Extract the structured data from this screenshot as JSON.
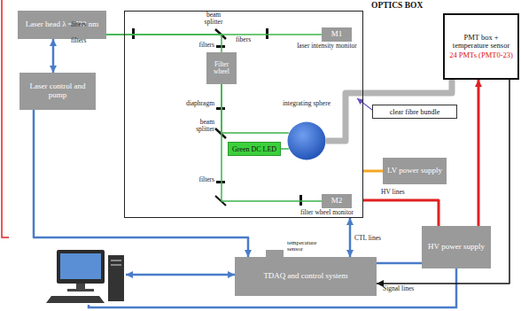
{
  "diagram": {
    "nodes": [
      {
        "text": [
          "Laser head λ = 532 nm"
        ]
      },
      {
        "text": [
          "Laser control and pump"
        ]
      },
      {
        "text": [
          "OPTICS BOX"
        ]
      },
      {
        "text": [
          "M1"
        ],
        "in": 2
      },
      {
        "text": [
          "Filter wheel"
        ],
        "in": 2
      },
      {
        "text": [
          "integrating sphere"
        ],
        "in": 2
      },
      {
        "text": [
          "Green DC LED"
        ],
        "in": 2
      },
      {
        "text": [
          "M2"
        ],
        "in": 2
      },
      {
        "text": [
          "clear fibre bundle"
        ]
      },
      {
        "text": [
          "PMT box + temperature sensor",
          "24 PMTs (PMT0-23)"
        ]
      },
      {
        "text": [
          "LV power supply"
        ]
      },
      {
        "text": [
          "HV power supply"
        ]
      },
      {
        "text": [
          "TDAQ and control system"
        ]
      },
      {
        "text": [
          "temperature sensor"
        ]
      }
    ],
    "edges": [
      {
        "from": 0,
        "to": 1,
        "arrow": "both"
      },
      {
        "from": 1,
        "to": 12,
        "arrow": "to"
      },
      {
        "from": 0,
        "to": 3,
        "arrow": "none"
      },
      {
        "from": 0,
        "to": 4,
        "arrow": "none"
      },
      {
        "from": 4,
        "to": 5,
        "arrow": "none"
      },
      {
        "from": 4,
        "to": 7,
        "arrow": "none"
      },
      {
        "from": 6,
        "to": 5,
        "arrow": "none"
      },
      {
        "from": 5,
        "to": 9,
        "arrow": "none"
      },
      {
        "from": 10,
        "to": 2,
        "arrow": "none"
      },
      {
        "from": 11,
        "to": 9,
        "arrow": "to"
      },
      {
        "from": 11,
        "to": 2,
        "arrow": "none"
      },
      {
        "from": 9,
        "to": 12,
        "arrow": "to"
      },
      {
        "from": 12,
        "to": 2,
        "arrow": "both"
      },
      {
        "from": 12,
        "to": 11,
        "arrow": "none"
      }
    ],
    "labels": [
      "fibers",
      "filters",
      "beam splitter",
      "filters",
      "fibers",
      "diaphragm",
      "beam splitter",
      "filters",
      "laser intensity monitor",
      "filter wheel monitor",
      "CTL lines",
      "HV lines",
      "Signal lines"
    ]
  }
}
